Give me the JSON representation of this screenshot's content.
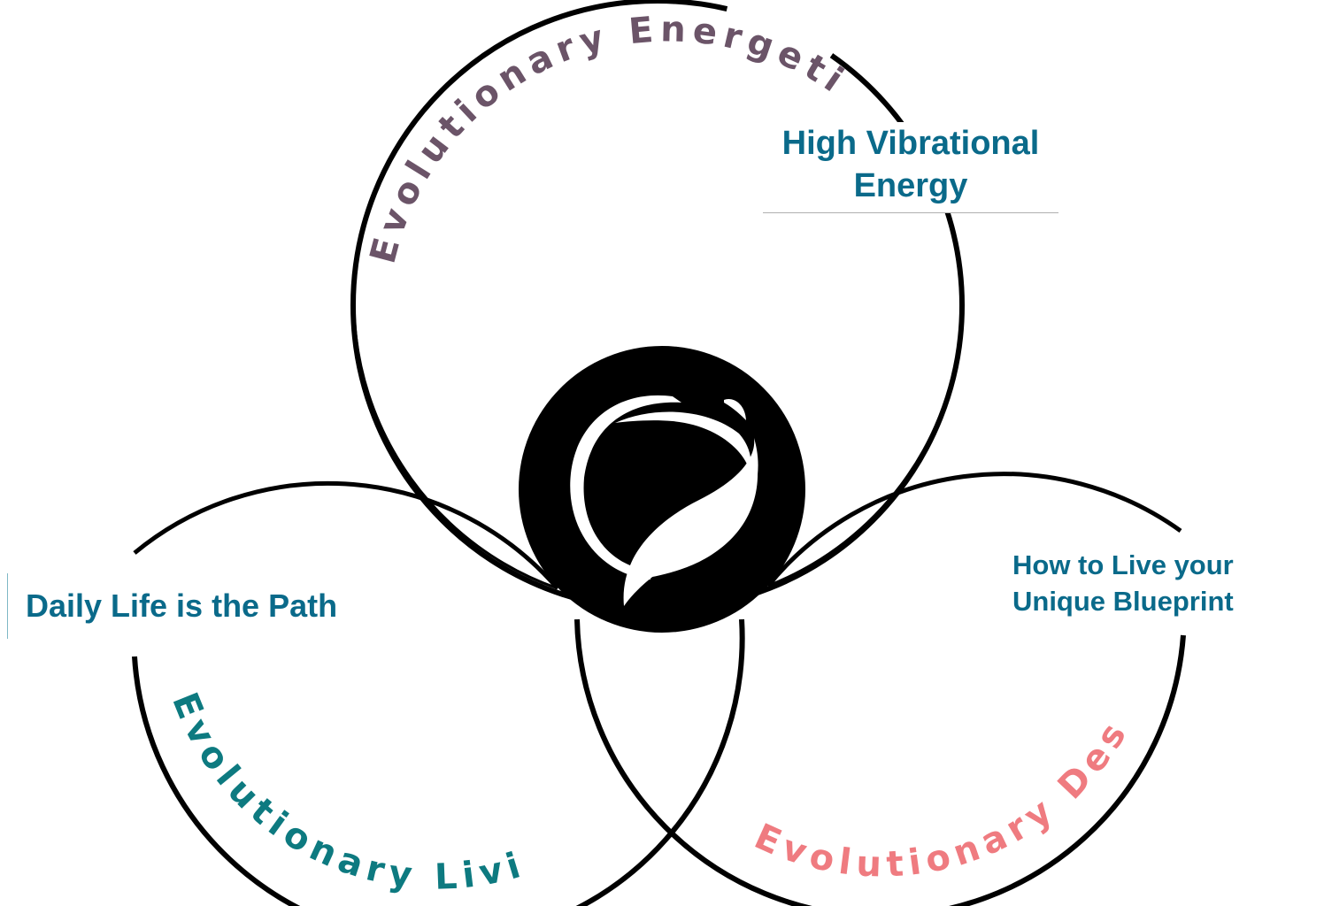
{
  "diagram": {
    "type": "venn-3",
    "circles": [
      {
        "id": "energetics",
        "title": "Evolutionary Energetics",
        "title_color": "#6b5468",
        "subtitle": "High Vibrational Energy",
        "subtitle_lines": [
          "High Vibrational",
          "Energy"
        ]
      },
      {
        "id": "living",
        "title": "Evolutionary Living",
        "title_color": "#0d7a80",
        "subtitle": "Daily Life is the Path"
      },
      {
        "id": "design",
        "title": "Evolutionary Design",
        "title_color": "#ef7b80",
        "subtitle": "How to Live your Unique Blueprint",
        "subtitle_lines": [
          "How to Live your",
          "Unique Blueprint"
        ]
      }
    ],
    "center": {
      "icon": "leaf-swirl-logo-icon"
    },
    "colors": {
      "outline": "#000000",
      "subtitle": "#0a6a8a",
      "logo_fill": "#000000",
      "logo_mark": "#ffffff"
    }
  }
}
